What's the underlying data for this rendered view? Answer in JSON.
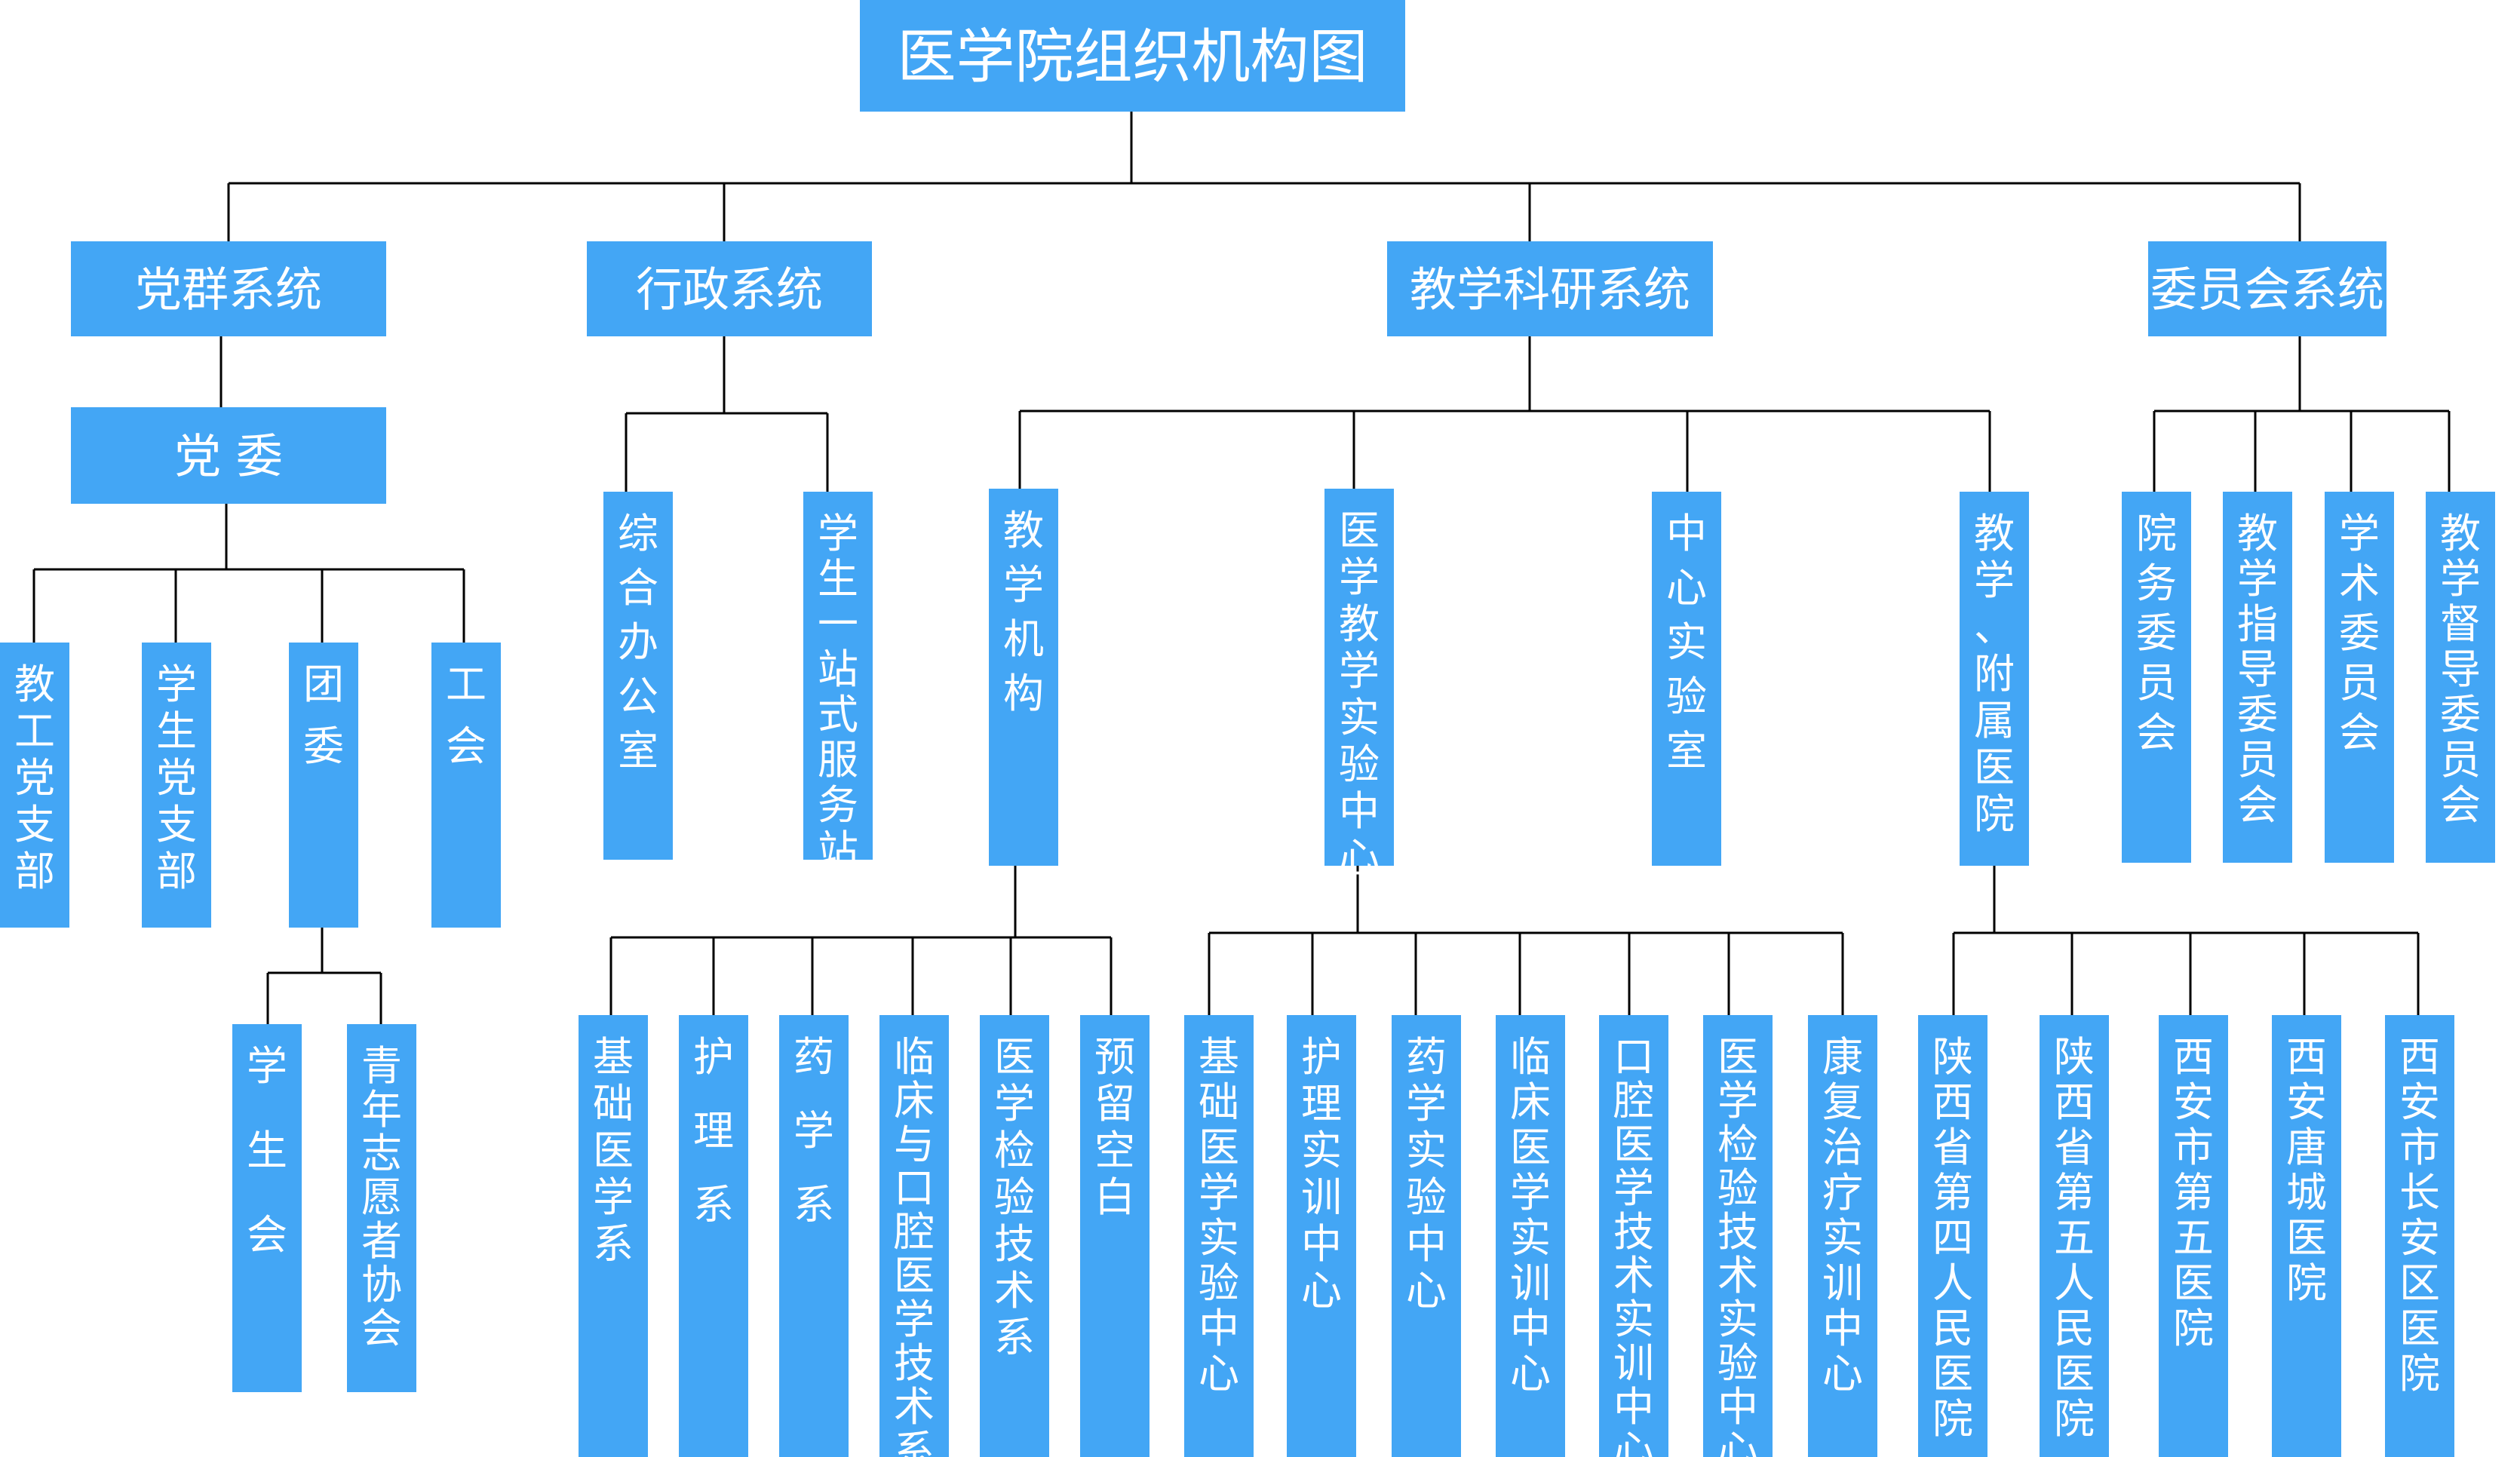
{
  "title": "医学院组织机构图",
  "systems": {
    "party": "党群系统",
    "admin": "行政系统",
    "teaching": "教学科研系统",
    "committee": "委员会系统"
  },
  "party": {
    "committee": "党 委",
    "children": [
      "教工党支部",
      "学生党支部",
      "团委",
      "工会"
    ],
    "youth_league_children": [
      "学生会",
      "青年志愿者协会"
    ]
  },
  "admin": {
    "children": [
      "综合办公室",
      "学生一站式服务站"
    ]
  },
  "teaching": {
    "children": [
      "教学机构",
      "医学教学实验中心",
      "中心实验室",
      "教学、附属医院"
    ],
    "teaching_org_children": [
      "基础医学系",
      "护理系",
      "药学系",
      "临床与口腔医学技术系",
      "医学检验技术系",
      "预留空白"
    ],
    "experiment_center_children": [
      "基础医学实验中心",
      "护理实训中心",
      "药学实验中心",
      "临床医学实训中心",
      "口腔医学技术实训中心",
      "医学检验技术实验中心",
      "康复治疗实训中心"
    ],
    "hospital_children": [
      "陕西省第四人民医院",
      "陕西省第五人民医院",
      "西安市第五医院",
      "西安唐城医院",
      "西安市长安区医院"
    ]
  },
  "committee": {
    "children": [
      "院务委员会",
      "教学指导委员会",
      "学术委员会",
      "教学督导委员会"
    ]
  }
}
